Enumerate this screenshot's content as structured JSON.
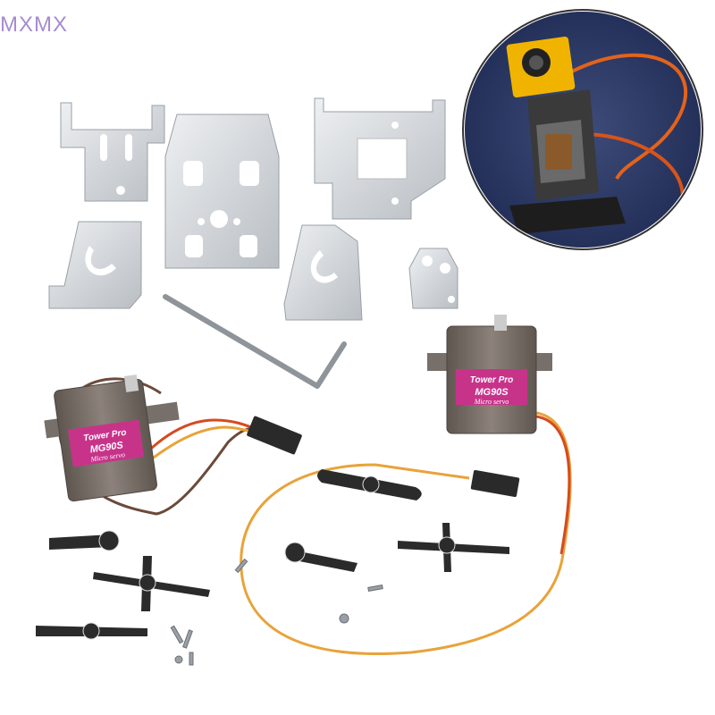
{
  "watermark": "MXMX",
  "servo_left": {
    "brand": "Tower Pro",
    "model": "MG90S",
    "type": "Micro servo"
  },
  "servo_right": {
    "brand": "Tower Pro",
    "model": "MG90S",
    "type": "Micro servo"
  },
  "colors": {
    "background": "#ffffff",
    "aluminum": "#d6d9dc",
    "servo_case": "#7a706a",
    "servo_label": "#c8338a",
    "wire_brown": "#6b4a3a",
    "wire_red": "#d64a1e",
    "wire_orange": "#e8a33a",
    "connector": "#2a2a2a",
    "horn": "#2b2b2b",
    "photo_bg": "#2c3a66",
    "camera_yellow": "#f0b400"
  }
}
